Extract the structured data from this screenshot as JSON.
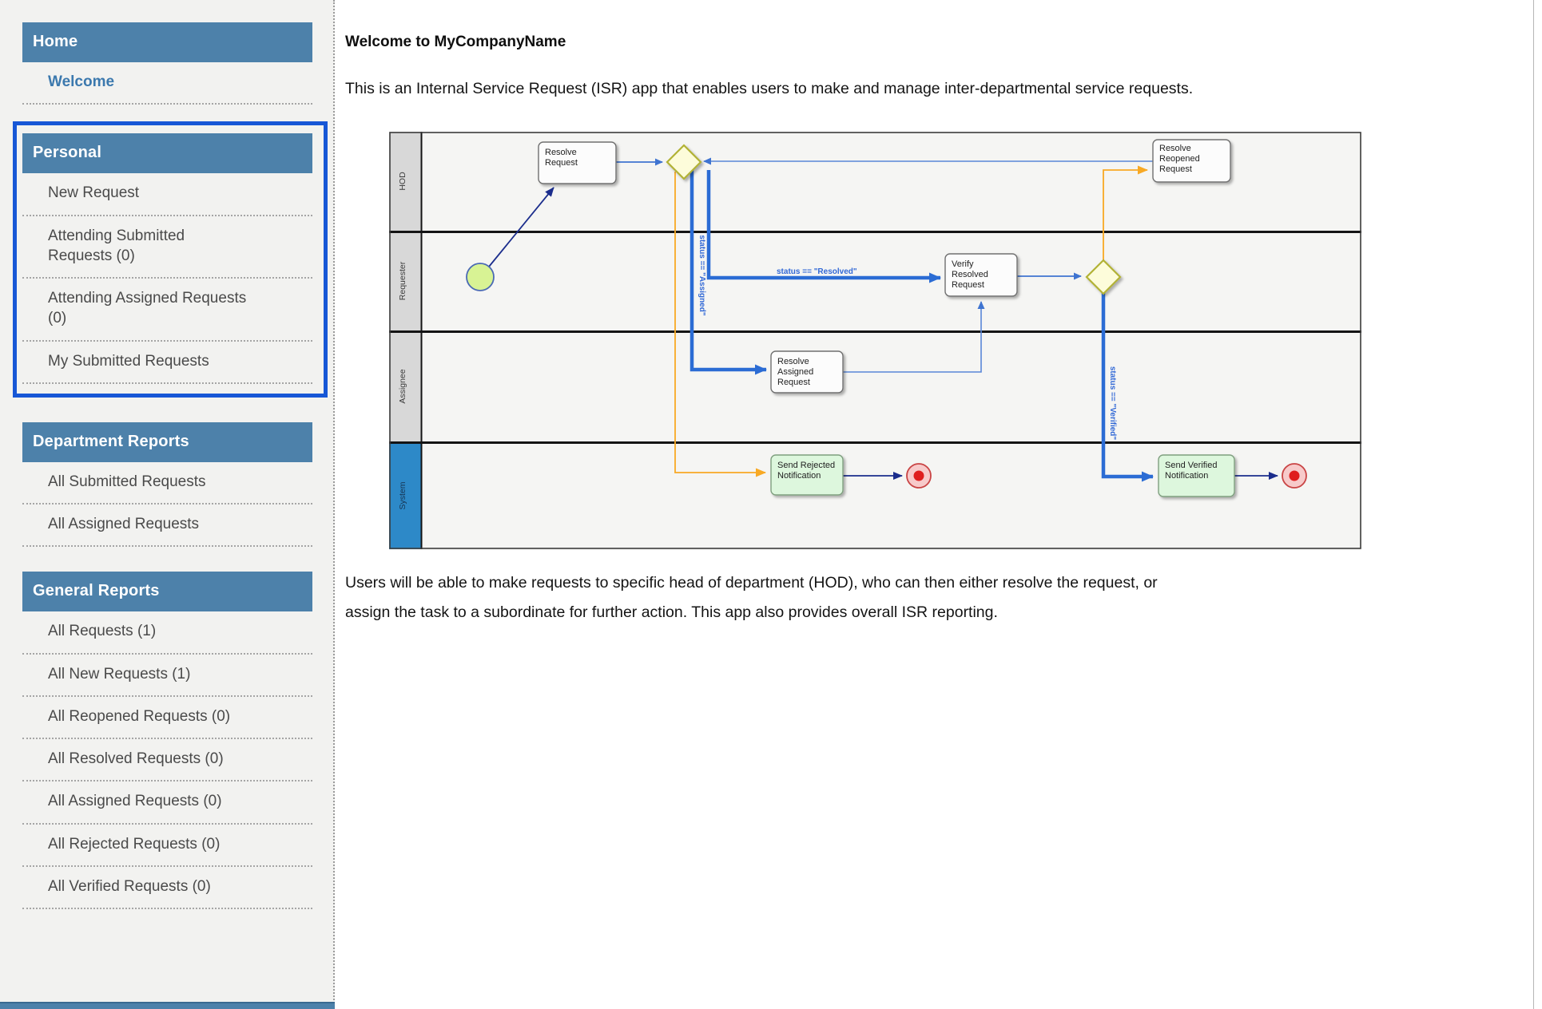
{
  "colors": {
    "sidebar_header_bg": "#4d81aa",
    "sidebar_bg": "#f2f2f0",
    "focus_ring": "#1757d6",
    "active_link": "#3c79ae",
    "flow_blue": "#2b6cd4",
    "flow_thin_blue": "#4a7fd4",
    "flow_navy": "#1b2d8c",
    "flow_orange": "#f8a924",
    "gateway_fill": "#fdfcda",
    "gateway_border": "#b2b234",
    "start_event_fill": "#d8f394",
    "end_event_fill": "#df1e1e",
    "task_fill": "#fcfcfc",
    "notification_task_fill": "#ddf7dd",
    "lane_label_bg": "#d8d8d8",
    "system_lane_bg": "#2d89c8"
  },
  "sidebar": {
    "sections": [
      {
        "title": "Home",
        "items": [
          {
            "label": "Welcome",
            "active": true
          }
        ]
      },
      {
        "title": "Personal",
        "focused": true,
        "items": [
          {
            "label": "New Request"
          },
          {
            "label": "Attending Submitted Requests (0)"
          },
          {
            "label": "Attending Assigned Requests (0)"
          },
          {
            "label": "My Submitted Requests"
          }
        ]
      },
      {
        "title": "Department Reports",
        "items": [
          {
            "label": "All Submitted Requests"
          },
          {
            "label": "All Assigned Requests"
          }
        ]
      },
      {
        "title": "General Reports",
        "items": [
          {
            "label": "All Requests (1)"
          },
          {
            "label": "All New Requests (1)"
          },
          {
            "label": "All Reopened Requests (0)"
          },
          {
            "label": "All Resolved Requests (0)"
          },
          {
            "label": "All Assigned Requests (0)"
          },
          {
            "label": "All Rejected Requests (0)"
          },
          {
            "label": "All Verified Requests (0)"
          }
        ]
      }
    ]
  },
  "main": {
    "heading": "Welcome to MyCompanyName",
    "intro": "This is an Internal Service Request (ISR) app that enables users to make and manage inter-departmental service requests.",
    "outro_line1": "Users will be able to make requests to specific head of department (HOD), who can then either resolve the request, or",
    "outro_line2": "assign the task to a subordinate for further action. This app also provides overall ISR reporting."
  },
  "diagram": {
    "lanes": [
      "HOD",
      "Requester",
      "Assignee",
      "System"
    ],
    "nodes": {
      "resolve_request": {
        "line1": "Resolve",
        "line2": "Request"
      },
      "resolve_reopened_request": {
        "line1": "Resolve",
        "line2": "Reopened",
        "line3": "Request"
      },
      "verify_resolved_request": {
        "line1": "Verify",
        "line2": "Resolved",
        "line3": "Request"
      },
      "resolve_assigned_request": {
        "line1": "Resolve",
        "line2": "Assigned",
        "line3": "Request"
      },
      "send_rejected_notification": {
        "line1": "Send Rejected",
        "line2": "Notification"
      },
      "send_verified_notification": {
        "line1": "Send Verified",
        "line2": "Notification"
      }
    },
    "conditions": {
      "assigned": "status == \"Assigned\"",
      "resolved": "status == \"Resolved\"",
      "verified": "status == \"Verified\""
    }
  }
}
